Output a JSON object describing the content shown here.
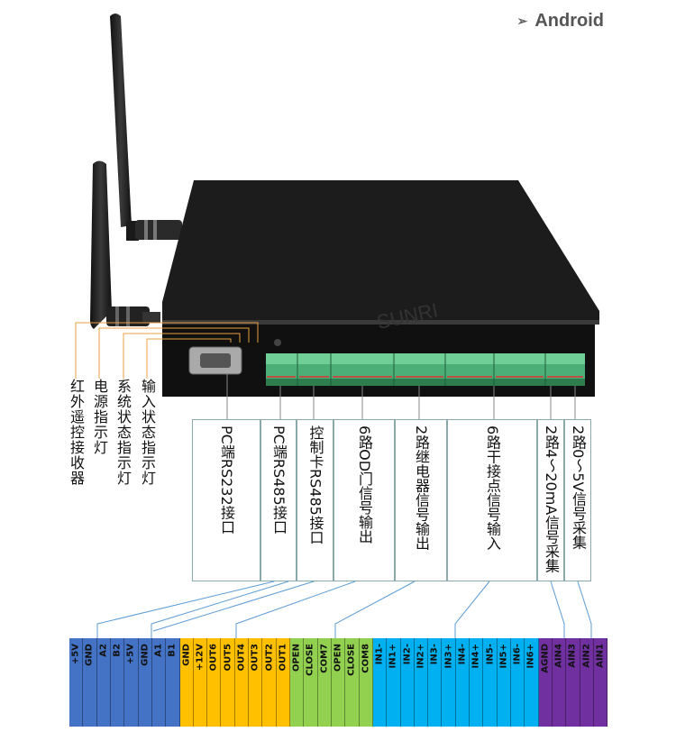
{
  "header": {
    "title": "Android"
  },
  "colors": {
    "blue": "#4472c4",
    "yellow": "#ffc000",
    "green": "#92d050",
    "cyan": "#00b0f0",
    "purple": "#7030a0",
    "leader_orange": "#e8a040",
    "leader_blue": "#5b9bd5"
  },
  "indicators": [
    "红外遥控接收器",
    "电源指示灯",
    "系统状态指示灯",
    "输入状态指示灯"
  ],
  "interfaces": [
    "PC端RS232接口",
    "PC端RS485接口",
    "控制卡RS485接口",
    "6路OD门信号输出",
    "2路继电器信号输出",
    "6路干接点信号输入",
    "2路4～20mA信号采集",
    "2路0～5V信号采集"
  ],
  "terminals": [
    {
      "label": "+5V",
      "color": "blue"
    },
    {
      "label": "GND",
      "color": "blue"
    },
    {
      "label": "A2",
      "color": "blue"
    },
    {
      "label": "B2",
      "color": "blue"
    },
    {
      "label": "+5V",
      "color": "blue"
    },
    {
      "label": "GND",
      "color": "blue"
    },
    {
      "label": "A1",
      "color": "blue"
    },
    {
      "label": "B1",
      "color": "blue"
    },
    {
      "label": "GND",
      "color": "yellow"
    },
    {
      "label": "+12V",
      "color": "yellow"
    },
    {
      "label": "OUT6",
      "color": "yellow"
    },
    {
      "label": "OUT5",
      "color": "yellow"
    },
    {
      "label": "OUT4",
      "color": "yellow"
    },
    {
      "label": "OUT3",
      "color": "yellow"
    },
    {
      "label": "OUT2",
      "color": "yellow"
    },
    {
      "label": "OUT1",
      "color": "yellow"
    },
    {
      "label": "OPEN",
      "color": "green"
    },
    {
      "label": "CLOSE",
      "color": "green"
    },
    {
      "label": "COM7",
      "color": "green"
    },
    {
      "label": "OPEN",
      "color": "green"
    },
    {
      "label": "CLOSE",
      "color": "green"
    },
    {
      "label": "COM8",
      "color": "green"
    },
    {
      "label": "IN1-",
      "color": "cyan"
    },
    {
      "label": "IN1+",
      "color": "cyan"
    },
    {
      "label": "IN2-",
      "color": "cyan"
    },
    {
      "label": "IN2+",
      "color": "cyan"
    },
    {
      "label": "IN3-",
      "color": "cyan"
    },
    {
      "label": "IN3+",
      "color": "cyan"
    },
    {
      "label": "IN4-",
      "color": "cyan"
    },
    {
      "label": "IN4+",
      "color": "cyan"
    },
    {
      "label": "IN5-",
      "color": "cyan"
    },
    {
      "label": "IN5+",
      "color": "cyan"
    },
    {
      "label": "IN6-",
      "color": "cyan"
    },
    {
      "label": "IN6+",
      "color": "cyan"
    },
    {
      "label": "AGND",
      "color": "purple"
    },
    {
      "label": "AIN4",
      "color": "purple"
    },
    {
      "label": "AIN3",
      "color": "purple"
    },
    {
      "label": "AIN2",
      "color": "purple"
    },
    {
      "label": "AIN1",
      "color": "purple"
    }
  ]
}
